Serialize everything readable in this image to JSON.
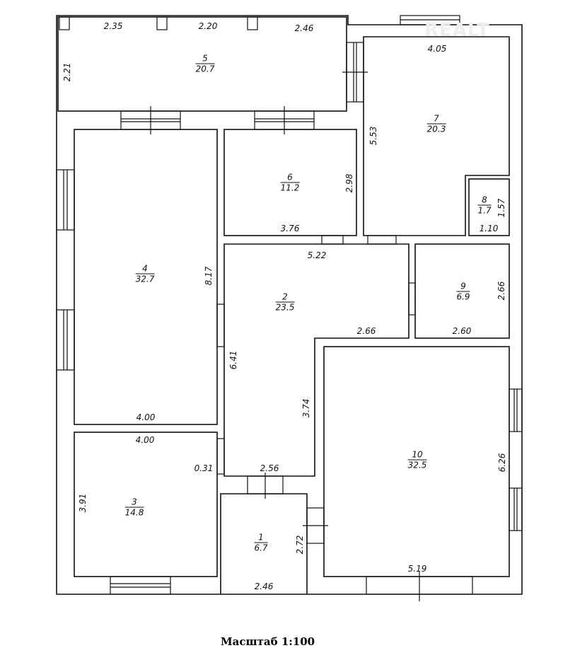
{
  "watermark": "REALT",
  "scale_label": "Масштаб 1:100",
  "rooms": [
    {
      "number": "1",
      "area": "6.7"
    },
    {
      "number": "2",
      "area": "23.5"
    },
    {
      "number": "3",
      "area": "14.8"
    },
    {
      "number": "4",
      "area": "32.7"
    },
    {
      "number": "5",
      "area": "20.7"
    },
    {
      "number": "6",
      "area": "11.2"
    },
    {
      "number": "7",
      "area": "20.3"
    },
    {
      "number": "8",
      "area": "1.7"
    },
    {
      "number": "9",
      "area": "6.9"
    },
    {
      "number": "10",
      "area": "32.5"
    }
  ],
  "dims": {
    "r5_top_a": "2.35",
    "r5_top_b": "2.20",
    "r5_top_c": "2.46",
    "r5_side": "2.21",
    "r7_top": "4.05",
    "r7_side": "5.53",
    "r6_side": "2.98",
    "r6_bottom": "3.76",
    "r8_side": "1.57",
    "r8_bottom": "1.10",
    "r4_side": "8.17",
    "r4_bottom": "4.00",
    "r2_top": "5.22",
    "r2_step": "2.66",
    "r2_side": "6.41",
    "r2_inner": "3.74",
    "r2_bottom": "2.56",
    "r9_side": "2.66",
    "r9_bottom": "2.60",
    "r3_top": "4.00",
    "r3_offset": "0.31",
    "r3_side": "3.91",
    "r10_side": "6.26",
    "r10_bottom": "5.19",
    "r1_side": "2.72",
    "r1_bottom": "2.46"
  }
}
